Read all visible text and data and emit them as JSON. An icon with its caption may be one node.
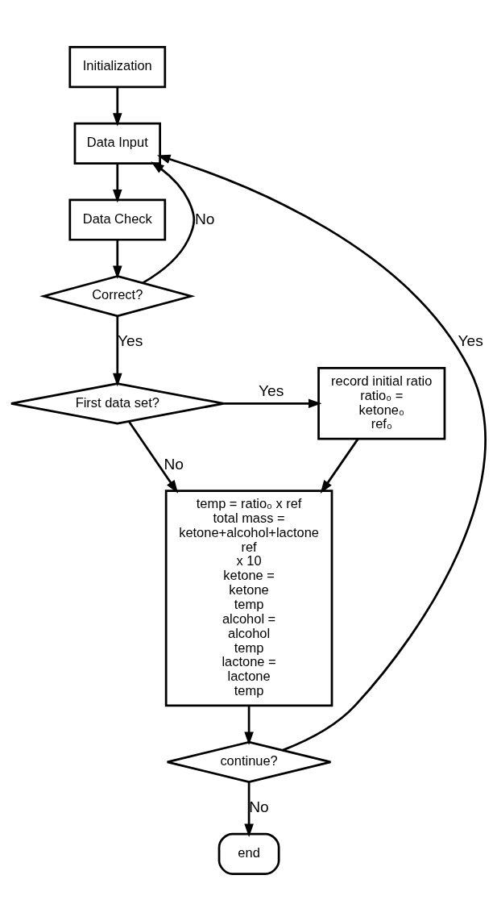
{
  "diagram": {
    "nodes": [
      {
        "text": [
          "Initialization"
        ]
      },
      {
        "text": [
          "Data Input"
        ]
      },
      {
        "text": [
          "Data Check"
        ]
      },
      {
        "text": [
          "Correct?"
        ]
      },
      {
        "text": [
          "First data set?"
        ]
      },
      {
        "text": [
          "record initial ratio",
          "ratio₀ =",
          "ketone₀",
          "ref₀"
        ]
      },
      {
        "text": [
          "temp = ratio₀ x ref",
          "total mass =",
          "ketone+alcohol+lactone",
          "ref",
          "x 10",
          "ketone =",
          "ketone",
          "temp",
          "alcohol =",
          "alcohol",
          "temp",
          "lactone =",
          "lactone",
          "temp"
        ]
      },
      {
        "text": [
          "continue?"
        ]
      },
      {
        "text": [
          "end"
        ]
      }
    ],
    "edges": [
      {
        "from": 0,
        "to": 1,
        "arrow": "to"
      },
      {
        "from": 1,
        "to": 2,
        "arrow": "to"
      },
      {
        "from": 2,
        "to": 3,
        "arrow": "to"
      },
      {
        "from": 3,
        "to": 1,
        "arrow": "to",
        "label": "No"
      },
      {
        "from": 3,
        "to": 4,
        "arrow": "to",
        "label": "Yes"
      },
      {
        "from": 4,
        "to": 5,
        "arrow": "to",
        "label": "Yes"
      },
      {
        "from": 4,
        "to": 6,
        "arrow": "to",
        "label": "No"
      },
      {
        "from": 5,
        "to": 6,
        "arrow": "to"
      },
      {
        "from": 6,
        "to": 7,
        "arrow": "to"
      },
      {
        "from": 7,
        "to": 1,
        "arrow": "to",
        "label": "Yes"
      },
      {
        "from": 7,
        "to": 8,
        "arrow": "to",
        "label": "No"
      }
    ]
  }
}
